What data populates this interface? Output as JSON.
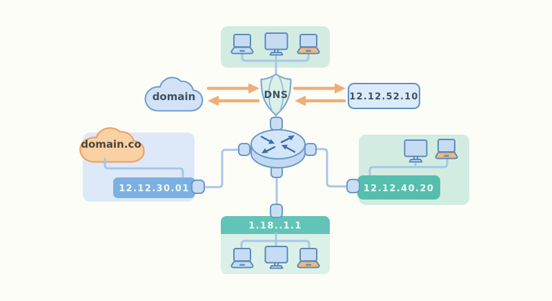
{
  "diagram": {
    "top_cluster": {
      "devices": [
        "laptop",
        "monitor",
        "laptop"
      ]
    },
    "dns": {
      "label": "DNS"
    },
    "query_cloud": {
      "label": "domain"
    },
    "resolved_ip_box": {
      "label": "12.12.52.10"
    },
    "left_network": {
      "cloud_label": "domain.co",
      "ip_label": "12.12.30.01"
    },
    "right_network": {
      "ip_label": "12.12.40.20",
      "devices": [
        "monitor",
        "laptop"
      ]
    },
    "bottom_network": {
      "ip_label": "1.18..1.1",
      "devices": [
        "laptop",
        "monitor",
        "laptop"
      ]
    },
    "center_node": "router"
  },
  "colors": {
    "background": "#fdfdf8",
    "mint_panel": "#d3ece2",
    "blue_panel": "#dde9f8",
    "teal_accent": "#62c4b8",
    "teal_box": "#55bead",
    "blue_box": "#7db0e2",
    "response_box_fill": "#dcebfb",
    "response_box_stroke": "#5b8fc9",
    "orange_arrow": "#f0ad76",
    "orange_cloud": "#f9d1a3",
    "blue_cloud": "#d2e3f7",
    "connector_line": "#a7c6e8",
    "device_stroke": "#5d88ba",
    "dark_text": "#3e5062",
    "light_text": "#eefaf7"
  }
}
